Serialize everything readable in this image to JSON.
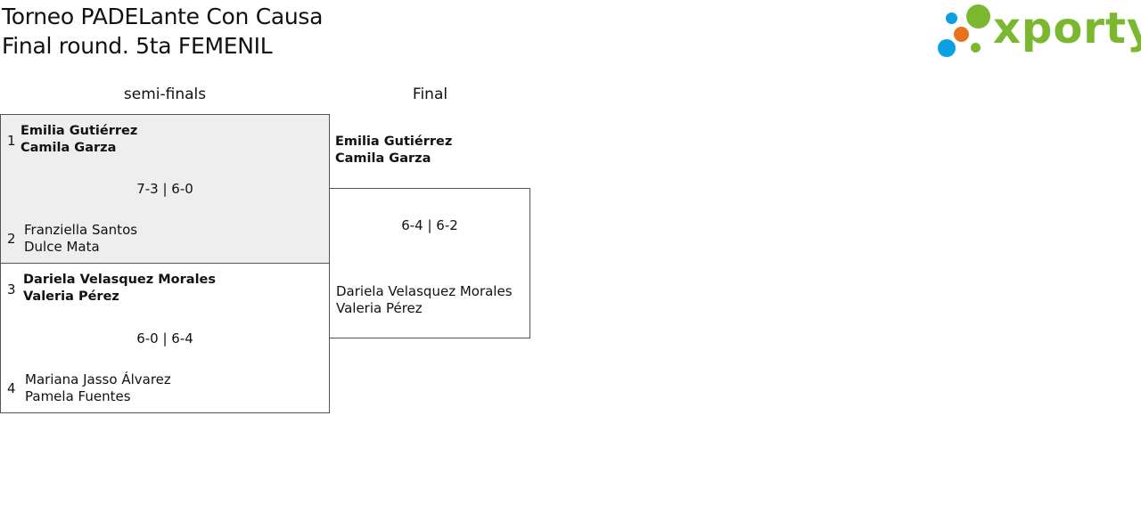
{
  "header": {
    "title_line1": "Torneo PADELante Con Causa",
    "title_line2": "Final round. 5ta FEMENIL"
  },
  "logo": {
    "text": "xporty",
    "brand_green": "#7cb82f",
    "dot_blue": "#0aa0e4",
    "dot_orange": "#e8731c"
  },
  "rounds": {
    "semis_label": "semi-finals",
    "final_label": "Final"
  },
  "semifinal_1": {
    "seed_a": "1",
    "team_a": [
      "Emilia Gutiérrez",
      "Camila Garza"
    ],
    "score": "7-3 | 6-0",
    "seed_b": "2",
    "team_b": [
      "Franziella Santos",
      "Dulce Mata"
    ]
  },
  "semifinal_2": {
    "seed_a": "3",
    "team_a": [
      "Dariela Velasquez Morales",
      "Valeria Pérez"
    ],
    "score": "6-0 | 6-4",
    "seed_b": "4",
    "team_b": [
      "Mariana Jasso Álvarez",
      "Pamela Fuentes"
    ]
  },
  "final": {
    "team_a": [
      "Emilia Gutiérrez",
      "Camila Garza"
    ],
    "score": "6-4 | 6-2",
    "team_b": [
      "Dariela Velasquez Morales",
      "Valeria Pérez"
    ]
  }
}
